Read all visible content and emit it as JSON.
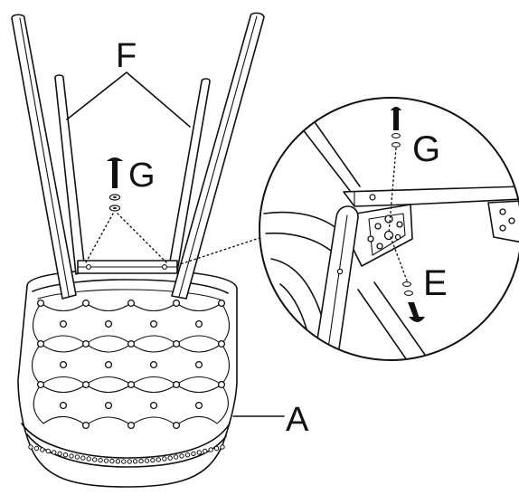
{
  "diagram": {
    "labels": {
      "legs": "F",
      "bolt_main": "G",
      "bolt_detail": "G",
      "bracket_bolt": "E",
      "ottoman": "A"
    }
  }
}
